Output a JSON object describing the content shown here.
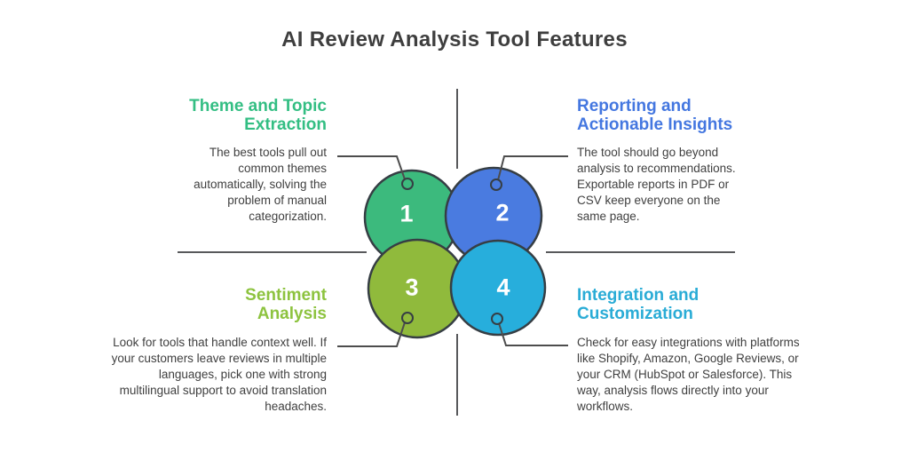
{
  "title": "AI Review Analysis Tool Features",
  "colors": {
    "title_text": "#3E3E3E",
    "body_text": "#3F3F3F",
    "divider_line": "#58595B",
    "connector_line": "#4D4D4D",
    "circle_outline": "#363E44",
    "number_text": "#FFFFFF"
  },
  "sections": [
    {
      "number": "1",
      "title_line1": "Theme and Topic",
      "title_line2": "Extraction",
      "body": "The best tools pull out common themes automatically, solving the problem of manual categorization.",
      "accent": "#33BE83",
      "circle_fill": "#3CBA7D"
    },
    {
      "number": "2",
      "title_line1": "Reporting and",
      "title_line2": "Actionable Insights",
      "body": "The tool should go beyond analysis to recommendations. Exportable reports in PDF or CSV keep everyone on the same page.",
      "accent": "#4477E0",
      "circle_fill": "#4A7BE0"
    },
    {
      "number": "3",
      "title_line1": "Sentiment",
      "title_line2": "Analysis",
      "body": "Look for tools that handle context well. If your customers leave reviews in multiple languages, pick one with strong multilingual support to avoid translation headaches.",
      "accent": "#8DC33F",
      "circle_fill": "#90BA3C"
    },
    {
      "number": "4",
      "title_line1": "Integration and",
      "title_line2": "Customization",
      "body": "Check for easy integrations with platforms like Shopify, Amazon, Google Reviews, or your CRM (HubSpot or Salesforce). This way, analysis flows directly into your workflows.",
      "accent": "#2AACD6",
      "circle_fill": "#27AEDC"
    }
  ]
}
